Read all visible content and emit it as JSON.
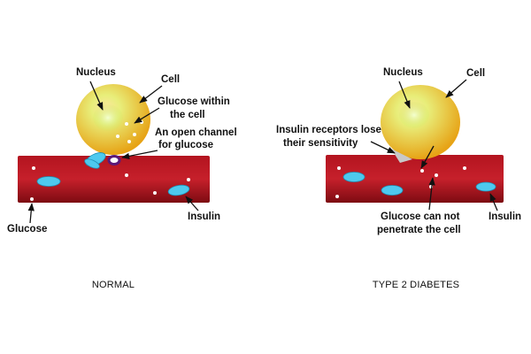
{
  "colors": {
    "vessel": "#b3141f",
    "vessel_dark": "#7d0b12",
    "cell_light": "#fde7a0",
    "cell_core": "#e8ee7a",
    "cell_dark": "#e7a316",
    "insulin": "#4ec9ee",
    "insulin_edge": "#1d8fb6",
    "channel": "#5b1a78",
    "glucose": "#ffffff",
    "receptor_lost": "#c8c8c8"
  },
  "normal": {
    "caption": "NORMAL",
    "labels": {
      "nucleus": "Nucleus",
      "cell": "Cell",
      "glucose_within": [
        "Glucose within",
        "the cell"
      ],
      "open_channel": [
        "An open channel",
        "for glucose"
      ],
      "glucose": "Glucose",
      "insulin": "Insulin"
    }
  },
  "diabetes": {
    "caption": "TYPE 2 DIABETES",
    "labels": {
      "nucleus": "Nucleus",
      "cell": "Cell",
      "receptors": [
        "Insulin receptors lose",
        "their sensitivity"
      ],
      "cannot_penetrate": [
        "Glucose can not",
        "penetrate the cell"
      ],
      "insulin": "Insulin"
    }
  }
}
